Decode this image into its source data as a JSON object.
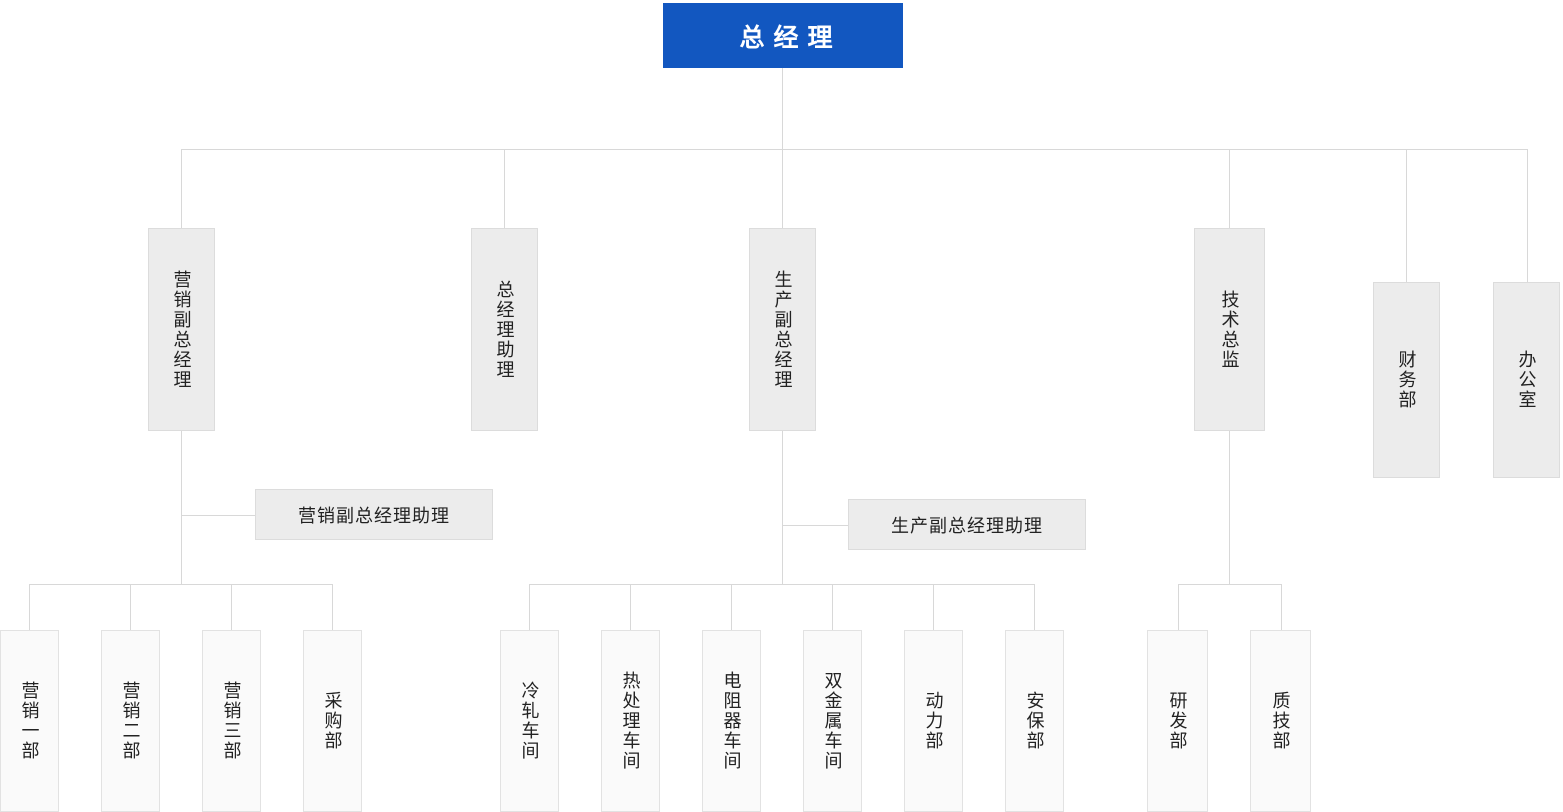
{
  "chart_title": "总经理",
  "colors": {
    "root_fill": "#1257c0",
    "root_text": "#ffffff",
    "level2_fill": "#ececec",
    "level2_border": "#dcdcdc",
    "leaf_fill": "#fafafa",
    "leaf_border": "#e2e2e2",
    "connector": "#d8d8d8",
    "text": "#222222",
    "background": "#ffffff"
  },
  "root": {
    "label": "总 经 理"
  },
  "level2": [
    {
      "id": "marketing-vp",
      "label": "营销副总经理"
    },
    {
      "id": "gm-assistant",
      "label": "总经理助理"
    },
    {
      "id": "production-vp",
      "label": "生产副总经理"
    },
    {
      "id": "tech-director",
      "label": "技术总监"
    },
    {
      "id": "finance-dept",
      "label": "财务部"
    },
    {
      "id": "office-dept",
      "label": "办公室"
    }
  ],
  "assistants": [
    {
      "id": "marketing-vp-assistant",
      "label": "营销副总经理助理"
    },
    {
      "id": "production-vp-assistant",
      "label": "生产副总经理助理"
    }
  ],
  "leaves": {
    "marketing": [
      {
        "id": "sales-1",
        "label": "营销一部"
      },
      {
        "id": "sales-2",
        "label": "营销二部"
      },
      {
        "id": "sales-3",
        "label": "营销三部"
      },
      {
        "id": "purchasing",
        "label": "采购部"
      }
    ],
    "production": [
      {
        "id": "cold-rolling",
        "label": "冷轧车间"
      },
      {
        "id": "heat-treatment",
        "label": "热处理车间"
      },
      {
        "id": "resistor",
        "label": "电阻器车间"
      },
      {
        "id": "bimetal",
        "label": "双金属车间"
      },
      {
        "id": "power",
        "label": "动力部"
      },
      {
        "id": "security",
        "label": "安保部"
      }
    ],
    "technology": [
      {
        "id": "rnd",
        "label": "研发部"
      },
      {
        "id": "quality-tech",
        "label": "质技部"
      }
    ]
  }
}
